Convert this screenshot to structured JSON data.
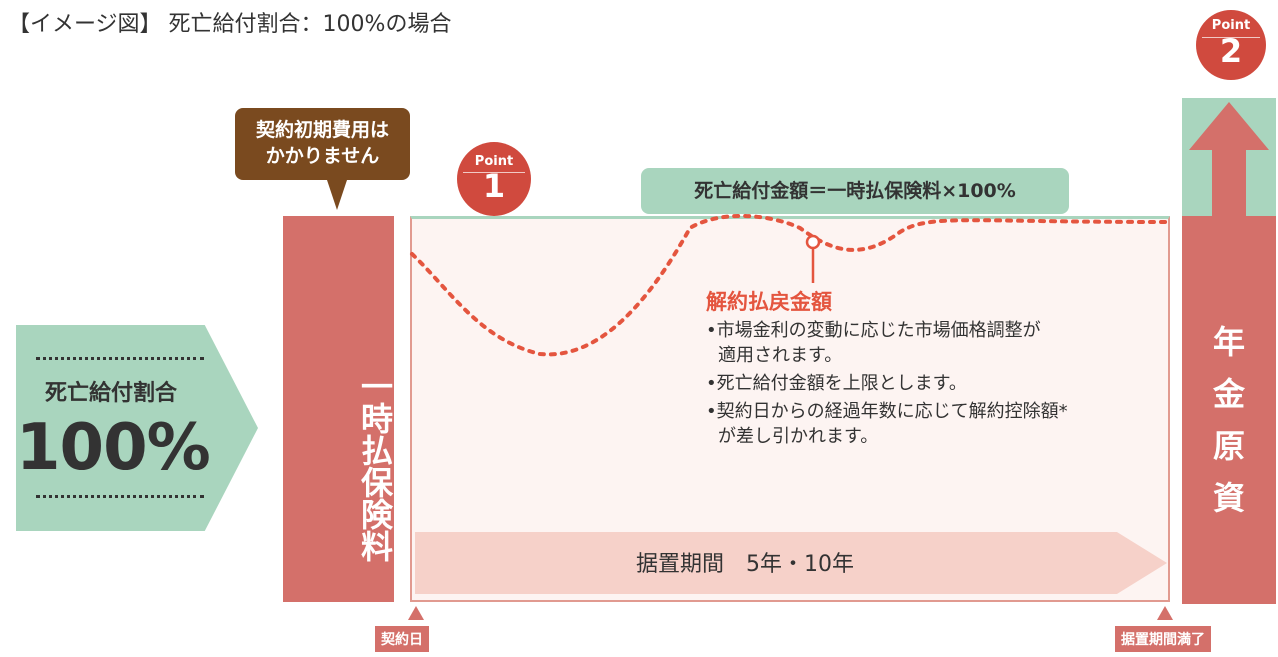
{
  "title": "【イメージ図】 死亡給付割合：100%の場合",
  "ratio_panel": {
    "label": "死亡給付割合",
    "value": "100%"
  },
  "fee_bubble": {
    "line1": "契約初期費用は",
    "line2": "かかりません"
  },
  "premium_column": {
    "label": "一時払保険料"
  },
  "point1": {
    "word": "Point",
    "number": "1"
  },
  "point2": {
    "word": "Point",
    "number": "2"
  },
  "death_benefit_label": "死亡給付金額＝一時払保険料×100%",
  "refund": {
    "title": "解約払戻金額",
    "notes": [
      "•市場金利の変動に応じた市場価格調整が",
      "  適用されます。",
      "•死亡給付金額を上限とします。",
      "•契約日からの経過年数に応じて解約控除額*",
      "  が差し引かれます。"
    ]
  },
  "deferral_period": "据置期間　5年・10年",
  "annuity_column": {
    "chars": [
      "年",
      "金",
      "原",
      "資"
    ]
  },
  "tags": {
    "contract_date": "契約日",
    "deferral_end": "据置期間満了"
  },
  "colors": {
    "green": "#a9d5be",
    "red": "#d4706a",
    "point": "#d04a3e",
    "brown": "#7a4a1f",
    "curve": "#e4553f"
  }
}
